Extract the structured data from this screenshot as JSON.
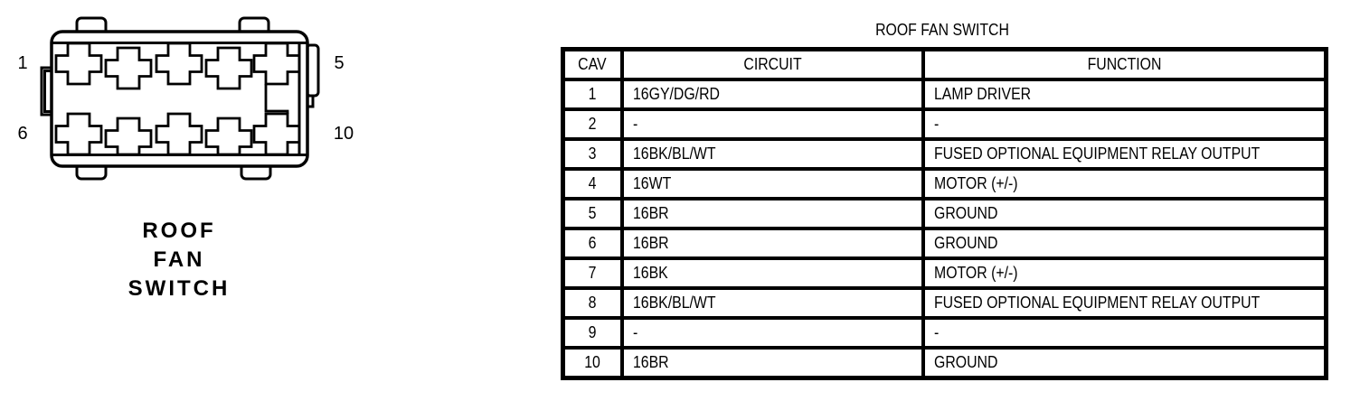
{
  "colors": {
    "ink": "#000000",
    "background": "#ffffff"
  },
  "connector": {
    "caption_lines": [
      "ROOF",
      "FAN",
      "SWITCH"
    ],
    "pin_labels": {
      "top_left": "1",
      "top_right": "5",
      "bottom_left": "6",
      "bottom_right": "10"
    }
  },
  "table": {
    "title": "ROOF FAN SWITCH",
    "columns": [
      "CAV",
      "CIRCUIT",
      "FUNCTION"
    ],
    "rows": [
      {
        "cav": "1",
        "circuit": "16GY/DG/RD",
        "function": "LAMP DRIVER"
      },
      {
        "cav": "2",
        "circuit": "-",
        "function": "-"
      },
      {
        "cav": "3",
        "circuit": "16BK/BL/WT",
        "function": "FUSED OPTIONAL EQUIPMENT RELAY OUTPUT"
      },
      {
        "cav": "4",
        "circuit": "16WT",
        "function": "MOTOR (+/-)"
      },
      {
        "cav": "5",
        "circuit": "16BR",
        "function": "GROUND"
      },
      {
        "cav": "6",
        "circuit": "16BR",
        "function": "GROUND"
      },
      {
        "cav": "7",
        "circuit": "16BK",
        "function": "MOTOR (+/-)"
      },
      {
        "cav": "8",
        "circuit": "16BK/BL/WT",
        "function": "FUSED OPTIONAL EQUIPMENT RELAY OUTPUT"
      },
      {
        "cav": "9",
        "circuit": "-",
        "function": "-"
      },
      {
        "cav": "10",
        "circuit": "16BR",
        "function": "GROUND"
      }
    ]
  }
}
